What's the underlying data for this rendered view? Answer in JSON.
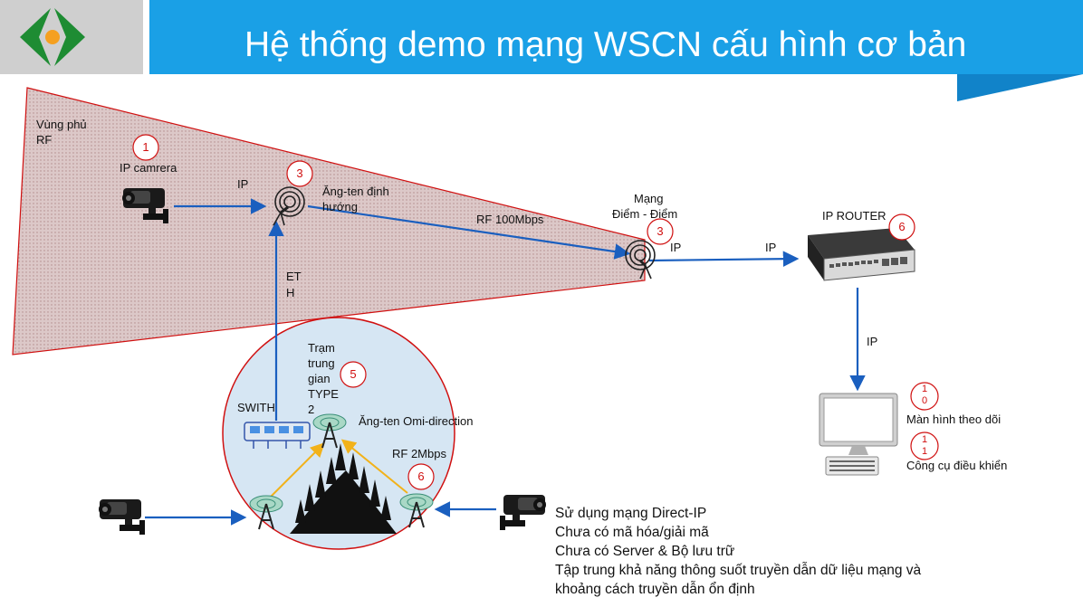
{
  "header": {
    "title": "Hệ thống demo mạng WSCN cấu hình cơ bản",
    "brand_color": "#1aa0e6",
    "logo_colors": {
      "green": "#1e8c33",
      "orange": "#f5a020"
    }
  },
  "coverage": {
    "label_line1": "Vùng phủ",
    "label_line2": "RF"
  },
  "nodes": {
    "camera1": {
      "number": "1",
      "label": "IP camrera"
    },
    "antenna_directional": {
      "number": "3",
      "label_line1": "Ăng-ten định",
      "label_line2": "hướng"
    },
    "p2p": {
      "label_line1": "Mạng",
      "label_line2": "Điểm - Điểm",
      "number": "3"
    },
    "router": {
      "label": "IP ROUTER",
      "number": "6"
    },
    "relay": {
      "label_line1": "Trạm",
      "label_line2": "trung",
      "label_line3": "gian",
      "label_line4": "TYPE",
      "label_line5": "2",
      "number": "5"
    },
    "switch": {
      "label": "SWITH"
    },
    "omni": {
      "label": "Ăng-ten Omi-direction"
    },
    "rf2": {
      "label": "RF 2Mbps",
      "number": "6"
    },
    "monitor": {
      "number_line1": "1",
      "number_line2": "0",
      "label": "Màn hình theo dõi"
    },
    "control": {
      "number_line1": "1",
      "number_line2": "1",
      "label": "Công cụ điều khiển"
    }
  },
  "links": {
    "ip1": "IP",
    "rf100": "RF 100Mbps",
    "ip2": "IP",
    "ip3": "IP",
    "ip4": "IP",
    "eth_line1": "ET",
    "eth_line2": "H"
  },
  "notes": [
    "Sử dụng mạng Direct-IP",
    "Chưa có mã hóa/giải mã",
    "Chưa có Server & Bộ lưu trữ",
    "Tập trung khả năng thông suốt truyền dẫn dữ liệu mạng và",
    "khoảng cách truyền dẫn ổn định"
  ]
}
